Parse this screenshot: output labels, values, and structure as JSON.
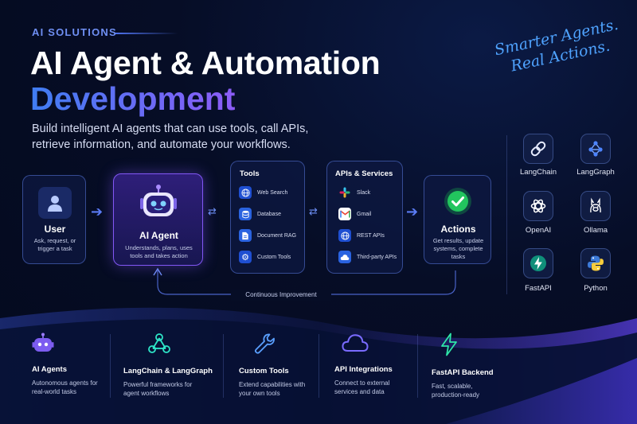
{
  "header": {
    "eyebrow": "AI SOLUTIONS",
    "title_line1": "AI Agent & Automation",
    "title_line2": "Development",
    "subtitle": "Build intelligent AI agents that can use tools, call APIs, retrieve information, and automate your workflows.",
    "tagline_line1": "Smarter Agents.",
    "tagline_line2": "Real Actions."
  },
  "flow": {
    "user": {
      "title": "User",
      "desc": "Ask, request, or trigger a task",
      "icon": "user-icon"
    },
    "agent": {
      "title": "AI Agent",
      "desc": "Understands, plans, uses tools and takes action",
      "icon": "robot-icon"
    },
    "tools": {
      "title": "Tools",
      "items": [
        {
          "label": "Web Search",
          "icon": "globe-icon"
        },
        {
          "label": "Database",
          "icon": "database-icon"
        },
        {
          "label": "Document RAG",
          "icon": "document-icon"
        },
        {
          "label": "Custom Tools",
          "icon": "gear-icon"
        }
      ]
    },
    "apis": {
      "title": "APIs & Services",
      "items": [
        {
          "label": "Slack",
          "icon": "slack-icon"
        },
        {
          "label": "Gmail",
          "icon": "gmail-icon"
        },
        {
          "label": "REST APIs",
          "icon": "globe-icon"
        },
        {
          "label": "Third-party APIs",
          "icon": "cloud-icon"
        }
      ]
    },
    "actions": {
      "title": "Actions",
      "desc": "Get results, update systems, complete tasks",
      "icon": "check-icon"
    },
    "loop_label": "Continuous Improvement"
  },
  "tech": [
    {
      "label": "LangChain",
      "icon": "chain-link-icon"
    },
    {
      "label": "LangGraph",
      "icon": "graph-nodes-icon"
    },
    {
      "label": "OpenAI",
      "icon": "openai-knot-icon"
    },
    {
      "label": "Ollama",
      "icon": "llama-icon"
    },
    {
      "label": "FastAPI",
      "icon": "lightning-icon"
    },
    {
      "label": "Python",
      "icon": "python-icon"
    }
  ],
  "features": [
    {
      "title": "AI Agents",
      "desc": "Autonomous agents for real-world tasks",
      "icon": "robot-icon"
    },
    {
      "title": "LangChain & LangGraph",
      "desc": "Powerful frameworks for agent workflows",
      "icon": "graph-nodes-icon"
    },
    {
      "title": "Custom Tools",
      "desc": "Extend capabilities with your own tools",
      "icon": "wrench-icon"
    },
    {
      "title": "API Integrations",
      "desc": "Connect to external services and data",
      "icon": "cloud-icon"
    },
    {
      "title": "FastAPI Backend",
      "desc": "Fast, scalable, production-ready",
      "icon": "lightning-icon"
    }
  ],
  "colors": {
    "background": "#060d26",
    "accent_blue": "#3f7df2",
    "accent_purple": "#8257f4",
    "success_green": "#22c55e",
    "tagline_blue": "#4fa3ff"
  }
}
